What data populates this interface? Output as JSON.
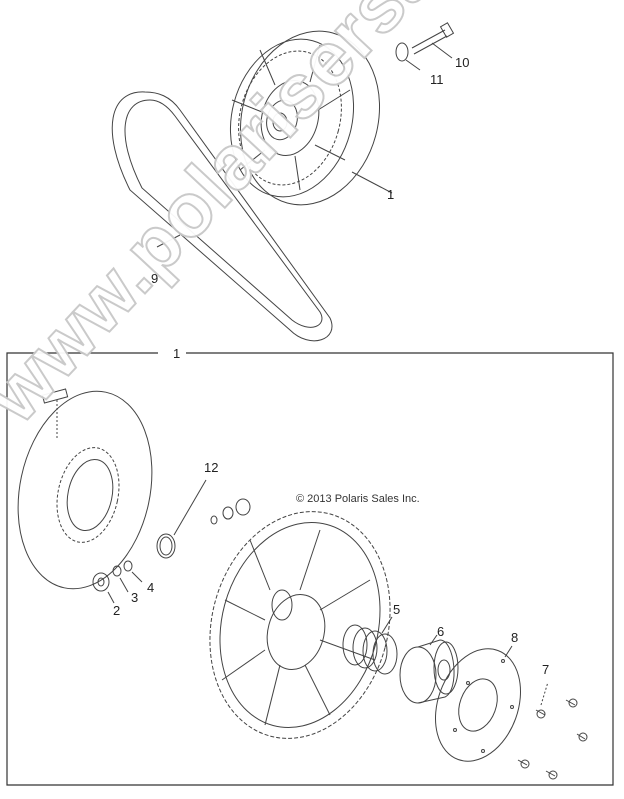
{
  "diagram": {
    "type": "exploded-parts-diagram",
    "subject": "Secondary clutch assembly with drive belt",
    "copyright": "© 2013 Polaris Sales Inc.",
    "watermark": "www.polarisersatzteile.de",
    "assembly_frame_label": "1",
    "callouts": [
      {
        "id": "c1-top",
        "label": "1",
        "part": "secondary-clutch-assembly"
      },
      {
        "id": "c9",
        "label": "9",
        "part": "drive-belt"
      },
      {
        "id": "c10",
        "label": "10",
        "part": "bolt"
      },
      {
        "id": "c11",
        "label": "11",
        "part": "washer"
      },
      {
        "id": "c12",
        "label": "12",
        "part": "seal-ring"
      },
      {
        "id": "c2",
        "label": "2",
        "part": "bearing"
      },
      {
        "id": "c3",
        "label": "3",
        "part": "washer"
      },
      {
        "id": "c4",
        "label": "4",
        "part": "retaining-clip"
      },
      {
        "id": "c5",
        "label": "5",
        "part": "spring"
      },
      {
        "id": "c6",
        "label": "6",
        "part": "cam-helix"
      },
      {
        "id": "c7",
        "label": "7",
        "part": "screw"
      },
      {
        "id": "c8",
        "label": "8",
        "part": "cover-plate"
      }
    ]
  },
  "colors": {
    "line": "#444444",
    "frame": "#333333",
    "watermark_stroke": "#c8c8c8"
  }
}
